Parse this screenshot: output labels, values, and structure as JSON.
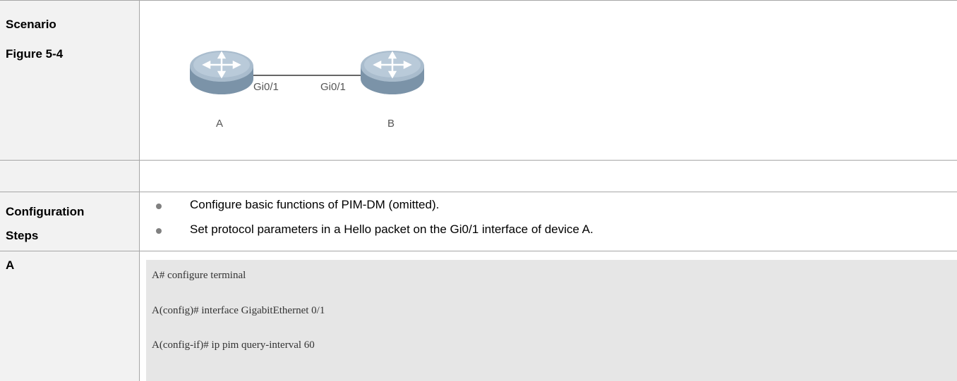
{
  "scenario": {
    "label": "Scenario",
    "figure_label": "Figure 5-4",
    "diagram": {
      "device_a": "A",
      "device_b": "B",
      "iface_a": "Gi0/1",
      "iface_b": "Gi0/1"
    }
  },
  "config_steps": {
    "label_line1": "Configuration",
    "label_line2": "Steps",
    "bullets": [
      "Configure basic functions of PIM-DM (omitted).",
      "Set protocol parameters in a Hello packet on the Gi0/1 interface of device A."
    ]
  },
  "device_a_config": {
    "label": "A",
    "lines": [
      "A# configure terminal",
      "A(config)# interface GigabitEthernet 0/1",
      "A(config-if)# ip pim query-interval 60"
    ]
  },
  "colors": {
    "label_bg": "#f2f2f2",
    "border": "#a6a6a6",
    "code_bg": "#e6e6e6",
    "router_body": "#9fb4c7"
  }
}
